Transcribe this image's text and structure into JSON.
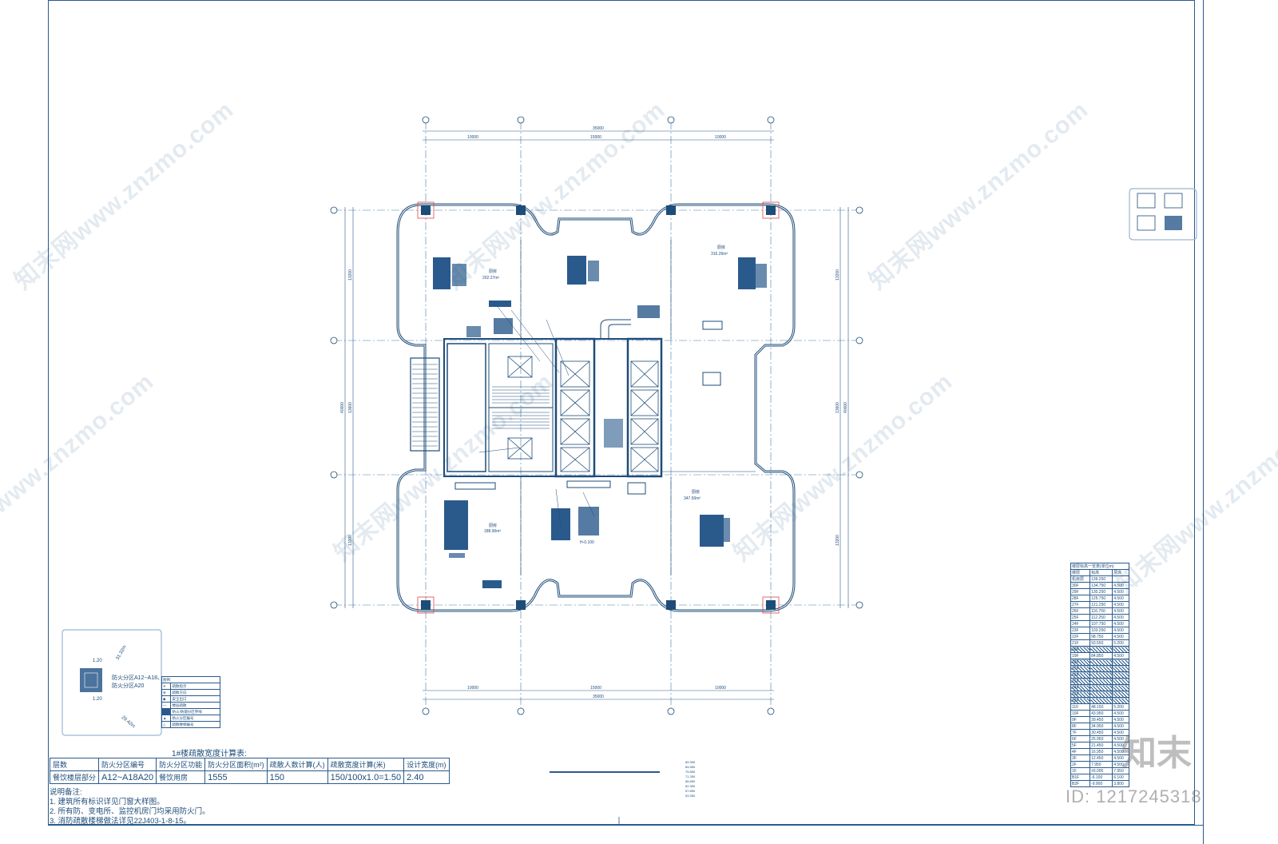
{
  "drawing": {
    "top_dims": {
      "total": "35000",
      "segments": [
        "10000",
        "15000",
        "10000"
      ]
    },
    "bottom_dims": {
      "total": "35000",
      "segments": [
        "10000",
        "15000",
        "10000"
      ]
    },
    "left_dims": {
      "total": "40000",
      "segments": [
        "13200",
        "13600",
        "13200"
      ]
    },
    "right_dims": {
      "total": "40000",
      "segments": [
        "13200",
        "13600",
        "13200"
      ]
    },
    "areas": [
      {
        "name": "厨房",
        "area": "202.27m²"
      },
      {
        "name": "厨房",
        "area": "316.26m²"
      },
      {
        "name": "厨房",
        "area": "188.90m²"
      },
      {
        "name": "厨房",
        "area": "347.50m²"
      }
    ],
    "elevation_mark": "H-0.100"
  },
  "keyplan": {
    "dims": [
      "31.32m",
      "29.42m"
    ],
    "labels": [
      "1.20",
      "1.20"
    ],
    "zone_text": [
      "防火分区A12~A18、",
      "防火分区A20"
    ]
  },
  "fill_table": {
    "caption": "1#楼疏散宽度计算表:",
    "headers": [
      "层数",
      "防火分区编号",
      "防火分区功能",
      "防火分区面积(m²)",
      "疏散人数计算(人)",
      "疏散宽度计算(米)",
      "设计宽度(m)"
    ],
    "row": [
      "餐饮楼层部分",
      "A12~A18A20",
      "餐饮用房",
      "1555",
      "150",
      "150/100x1.0=1.50",
      "2.40"
    ]
  },
  "notes": [
    "说明备注:",
    "1. 建筑所有标识详见门窗大样图。",
    "2. 所有防、变电所、监控机房门均采用防火门。",
    "3. 消防疏散楼梯做法详见22J403-1-8-15。"
  ],
  "elevation_table": {
    "title": "楼层标高一览表(单位m)",
    "headers": [
      "楼层",
      "标高",
      "层高"
    ],
    "rows": [
      [
        "机房层",
        "139.250",
        ""
      ],
      [
        "30F",
        "134.750",
        "4.500"
      ],
      [
        "29F",
        "130.250",
        "4.500"
      ],
      [
        "28F",
        "125.750",
        "4.500"
      ],
      [
        "27F",
        "121.250",
        "4.500"
      ],
      [
        "26F",
        "116.750",
        "4.500"
      ],
      [
        "25F",
        "112.250",
        "4.500"
      ],
      [
        "24F",
        "107.750",
        "4.500"
      ],
      [
        "23F",
        "103.250",
        "4.500"
      ],
      [
        "22F",
        "98.750",
        "4.500"
      ],
      [
        "21F",
        "93.550",
        "5.200"
      ],
      [
        "20F",
        "",
        ""
      ],
      [
        "19F",
        "84.850",
        "4.500"
      ],
      [
        "18F",
        "",
        ""
      ],
      [
        "17F",
        "",
        ""
      ],
      [
        "16F",
        "",
        ""
      ],
      [
        "15F",
        "",
        ""
      ],
      [
        "14F",
        "",
        ""
      ],
      [
        "13F",
        "",
        ""
      ],
      [
        "12F",
        "",
        ""
      ],
      [
        "11F",
        "48.150",
        "5.200"
      ],
      [
        "10F",
        "43.950",
        "4.500"
      ],
      [
        "9F",
        "39.450",
        "4.500"
      ],
      [
        "8F",
        "34.950",
        "4.500"
      ],
      [
        "7F",
        "30.450",
        "4.500"
      ],
      [
        "6F",
        "25.950",
        "4.500"
      ],
      [
        "5F",
        "21.450",
        "4.500"
      ],
      [
        "4F",
        "16.950",
        "4.500"
      ],
      [
        "3F",
        "12.450",
        "4.500"
      ],
      [
        "2F",
        "7.950",
        "4.500"
      ],
      [
        "1F",
        "±0.000",
        "7.950"
      ],
      [
        "B1F",
        "-6.100",
        "6.100"
      ],
      [
        "B2F",
        "-9.900",
        "3.800"
      ]
    ],
    "hatched_rows": [
      11,
      13,
      14,
      15,
      16,
      17,
      18,
      19
    ]
  },
  "legend": {
    "title": "图例:",
    "items": [
      "疏散指示",
      "疏散方向",
      "安全出口",
      "楼层疏散",
      "防火/防烟分区界线",
      "防火分区编号",
      "疏散楼梯编号"
    ]
  },
  "side_levels": [
    "89.350",
    "84.850",
    "75.850",
    "71.350",
    "66.850",
    "62.350",
    "57.850",
    "53.350"
  ],
  "watermark": "知末网www.znzmo.com",
  "brand": "知末",
  "image_id": "ID: 1217245318"
}
